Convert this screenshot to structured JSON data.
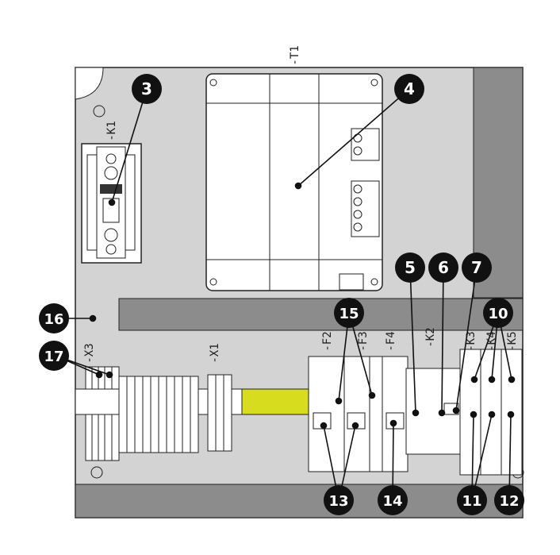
{
  "colors": {
    "panel": "#d3d3d3",
    "dark_bar": "#8c8c8c",
    "rail_yellow": "#d8dc1e",
    "callout_fill": "#111111",
    "callout_text": "#ffffff",
    "line": "#222222",
    "component": "#ffffff"
  },
  "labels": {
    "t1": "-T1",
    "k1": "-K1",
    "x3": "-X3",
    "x1": "-X1",
    "f2": "-F2",
    "f3": "-F3",
    "f4": "-F4",
    "k2": "-K2",
    "k3": "-K3",
    "k4": "-K4",
    "k5": "-K5"
  },
  "callouts": {
    "c3": "3",
    "c4": "4",
    "c5": "5",
    "c6": "6",
    "c7": "7",
    "c10": "10",
    "c11": "11",
    "c12": "12",
    "c13": "13",
    "c14": "14",
    "c15": "15",
    "c16": "16",
    "c17": "17"
  }
}
